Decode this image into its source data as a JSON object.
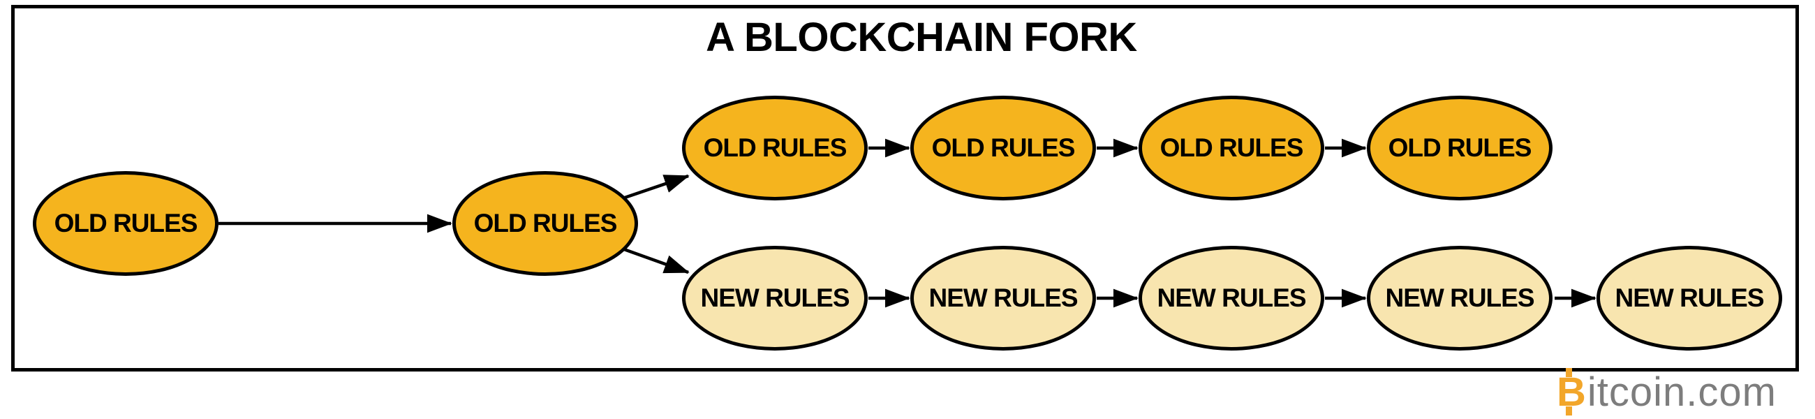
{
  "title": "A BLOCKCHAIN FORK",
  "colors": {
    "old_rules_fill": "#F5B41E",
    "new_rules_fill": "#F8E5AF",
    "outline": "#000000",
    "logo_b": "#F2A62A",
    "logo_text": "#7D7D7D"
  },
  "nodes": [
    {
      "id": "genesis",
      "label": "OLD RULES",
      "branch": "old"
    },
    {
      "id": "fork-point",
      "label": "OLD RULES",
      "branch": "old"
    },
    {
      "id": "old-1",
      "label": "OLD RULES",
      "branch": "old"
    },
    {
      "id": "old-2",
      "label": "OLD RULES",
      "branch": "old"
    },
    {
      "id": "old-3",
      "label": "OLD RULES",
      "branch": "old"
    },
    {
      "id": "old-4",
      "label": "OLD RULES",
      "branch": "old"
    },
    {
      "id": "new-1",
      "label": "NEW RULES",
      "branch": "new"
    },
    {
      "id": "new-2",
      "label": "NEW RULES",
      "branch": "new"
    },
    {
      "id": "new-3",
      "label": "NEW RULES",
      "branch": "new"
    },
    {
      "id": "new-4",
      "label": "NEW RULES",
      "branch": "new"
    },
    {
      "id": "new-5",
      "label": "NEW RULES",
      "branch": "new"
    }
  ],
  "edges": [
    {
      "from": "genesis",
      "to": "fork-point"
    },
    {
      "from": "fork-point",
      "to": "old-1"
    },
    {
      "from": "fork-point",
      "to": "new-1"
    },
    {
      "from": "old-1",
      "to": "old-2"
    },
    {
      "from": "old-2",
      "to": "old-3"
    },
    {
      "from": "old-3",
      "to": "old-4"
    },
    {
      "from": "new-1",
      "to": "new-2"
    },
    {
      "from": "new-2",
      "to": "new-3"
    },
    {
      "from": "new-3",
      "to": "new-4"
    },
    {
      "from": "new-4",
      "to": "new-5"
    }
  ],
  "watermark": {
    "brand_initial": "B",
    "brand_rest": "itcoin.com"
  }
}
